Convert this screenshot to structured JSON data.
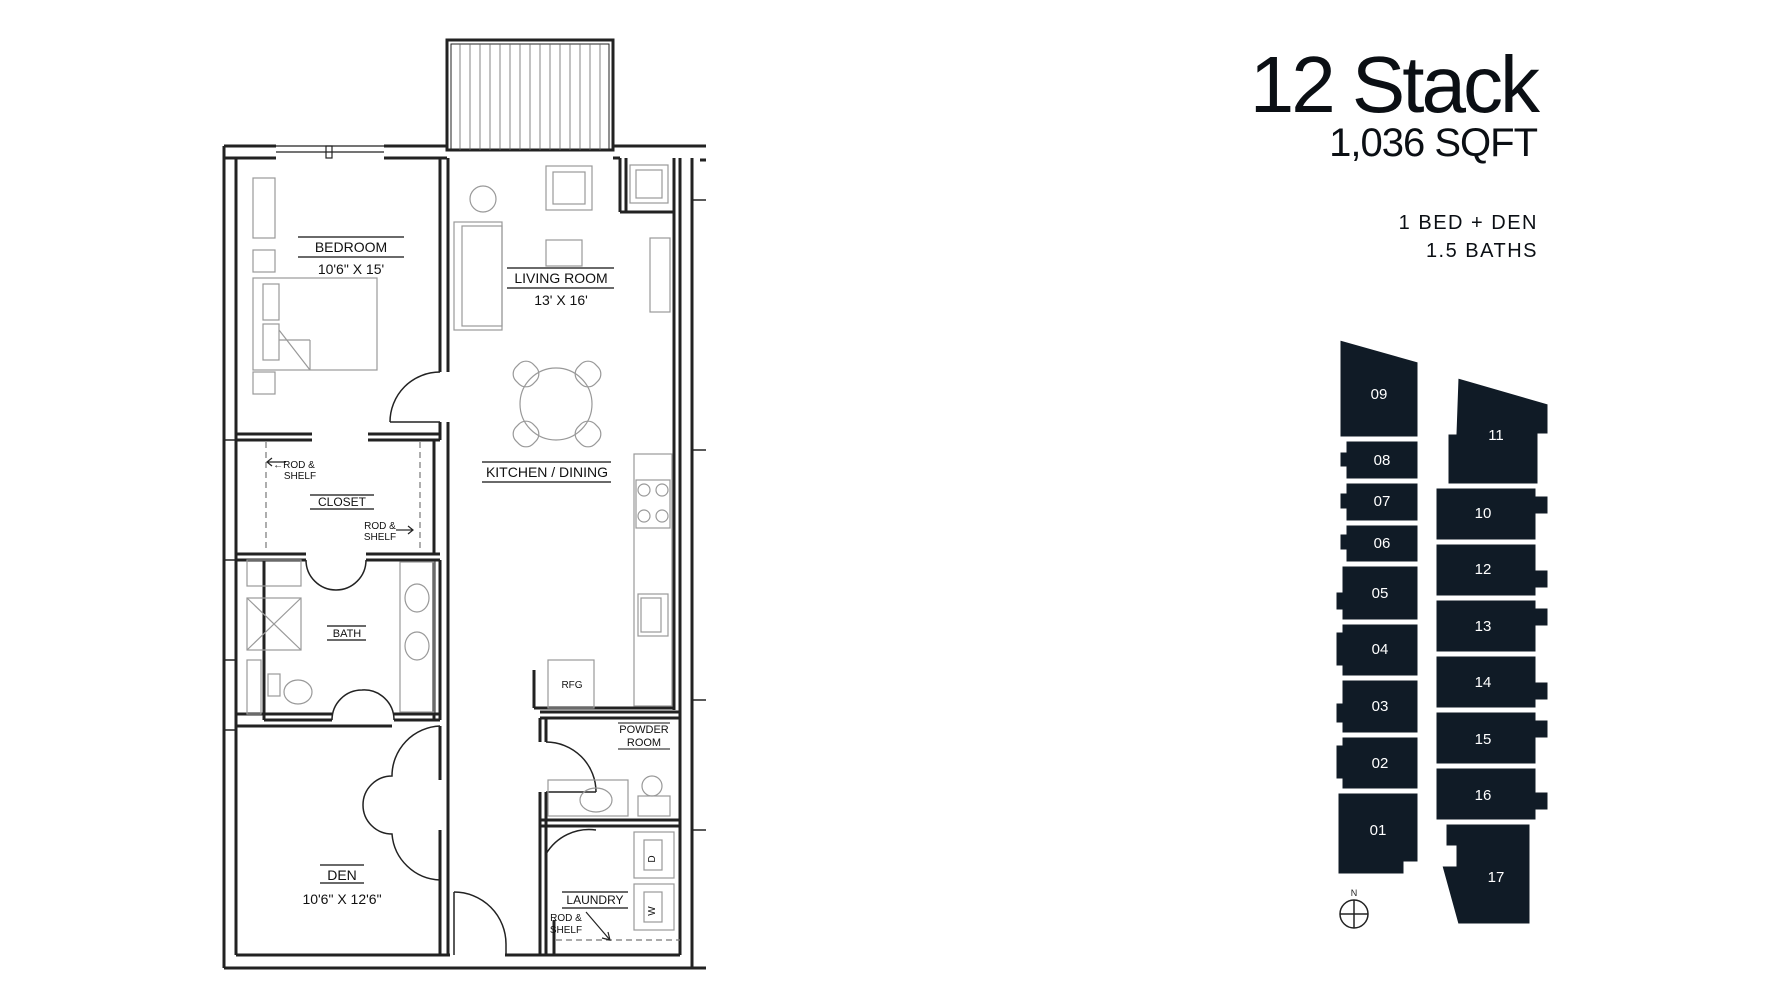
{
  "header": {
    "title": "12 Stack",
    "area": "1,036 SQFT",
    "beds": "1 BED + DEN",
    "baths": "1.5 BATHS"
  },
  "rooms": {
    "bedroom": {
      "name": "BEDROOM",
      "size": "10'6\" X 15'"
    },
    "living": {
      "name": "LIVING ROOM",
      "size": "13' X 16'"
    },
    "kitchen": {
      "name": "KITCHEN / DINING"
    },
    "closet": {
      "name": "CLOSET"
    },
    "bath": {
      "name": "BATH"
    },
    "powder1": "POWDER",
    "powder2": "ROOM",
    "den": {
      "name": "DEN",
      "size": "10'6\" X 12'6\""
    },
    "laundry": {
      "name": "LAUNDRY"
    }
  },
  "labels": {
    "rod_left_1": "←ROD &",
    "rod_left_2": "SHELF",
    "rod_right_1": "ROD &",
    "rod_right_2": "SHELF",
    "rod_laundry_1": "ROD &",
    "rod_laundry_2": "SHELF",
    "rfg": "RFG",
    "washer": "W",
    "dryer": "D"
  },
  "keyplan": {
    "units": [
      "09",
      "08",
      "07",
      "06",
      "05",
      "04",
      "03",
      "02",
      "01",
      "11",
      "10",
      "12",
      "13",
      "14",
      "15",
      "16",
      "17"
    ],
    "north": "N",
    "fill_color": "#101b26"
  }
}
